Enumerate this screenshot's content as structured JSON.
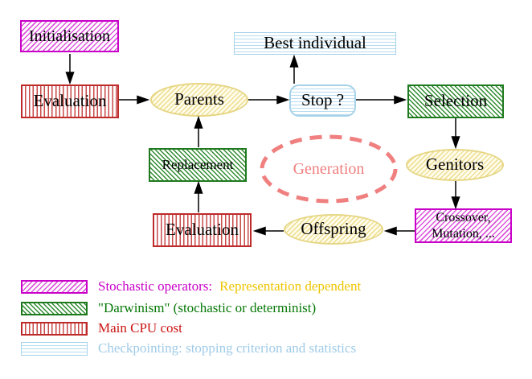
{
  "nodes": {
    "initialisation": {
      "label": "Initialisation"
    },
    "evaluation_top": {
      "label": "Evaluation"
    },
    "parents": {
      "label": "Parents"
    },
    "best_individual": {
      "label": "Best individual"
    },
    "stop": {
      "label": "Stop ?"
    },
    "selection": {
      "label": "Selection"
    },
    "genitors": {
      "label": "Genitors"
    },
    "crossover": {
      "line1": "Crossover,",
      "line2": "Mutation, ..."
    },
    "offspring": {
      "label": "Offspring"
    },
    "evaluation_bottom": {
      "label": "Evaluation"
    },
    "replacement": {
      "label": "Replacement"
    },
    "generation": {
      "label": "Generation"
    }
  },
  "legend": {
    "stochastic": {
      "label": "Stochastic operators:",
      "suffix": "Representation dependent"
    },
    "darwinism": {
      "label": "\"Darwinism\" (stochastic or determinist)"
    },
    "cpu": {
      "label": "Main CPU cost"
    },
    "checkpointing": {
      "label": "Checkpointing: stopping criterion and statistics"
    }
  },
  "colors": {
    "stochastic_magenta": "#C800C8",
    "darwinism_green": "#1F7A1F",
    "cpu_red": "#BE2A2A",
    "checkpointing_cyan": "#A6D2EA",
    "population_yellow": "#E6D684",
    "representation_gold": "#EDC500",
    "generation_pink": "#F08080",
    "arrow_black": "#000000",
    "background": "#FFFFFF"
  }
}
